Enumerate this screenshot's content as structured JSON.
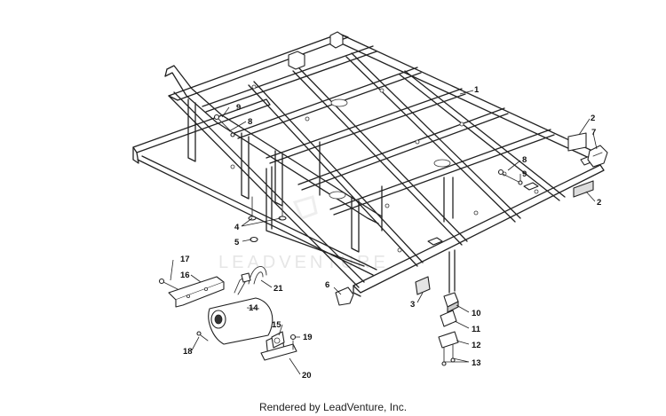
{
  "diagram": {
    "watermark": "LEADVENTURE",
    "callouts": [
      {
        "id": "c1",
        "label": "1"
      },
      {
        "id": "c2a",
        "label": "2"
      },
      {
        "id": "c2b",
        "label": "2"
      },
      {
        "id": "c3",
        "label": "3"
      },
      {
        "id": "c4",
        "label": "4"
      },
      {
        "id": "c5",
        "label": "5"
      },
      {
        "id": "c6",
        "label": "6"
      },
      {
        "id": "c7",
        "label": "7"
      },
      {
        "id": "c8a",
        "label": "8"
      },
      {
        "id": "c8b",
        "label": "8"
      },
      {
        "id": "c9a",
        "label": "9"
      },
      {
        "id": "c9b",
        "label": "9"
      },
      {
        "id": "c10",
        "label": "10"
      },
      {
        "id": "c11",
        "label": "11"
      },
      {
        "id": "c12",
        "label": "12"
      },
      {
        "id": "c13",
        "label": "13"
      },
      {
        "id": "c14",
        "label": "14"
      },
      {
        "id": "c15",
        "label": "15"
      },
      {
        "id": "c16",
        "label": "16"
      },
      {
        "id": "c17",
        "label": "17"
      },
      {
        "id": "c18",
        "label": "18"
      },
      {
        "id": "c19",
        "label": "19"
      },
      {
        "id": "c20",
        "label": "20"
      },
      {
        "id": "c21",
        "label": "21"
      }
    ]
  },
  "footer": {
    "text": "Rendered by LeadVenture, Inc."
  }
}
